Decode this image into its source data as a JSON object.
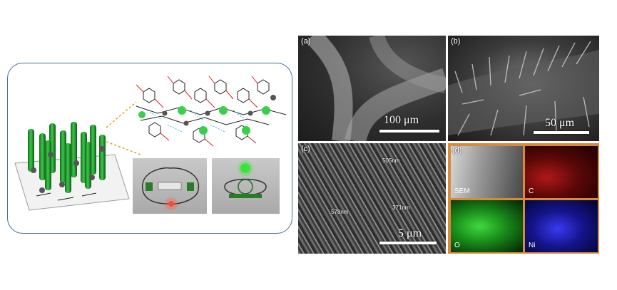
{
  "panels": {
    "a": {
      "label": "(a)",
      "scale": "100 μm"
    },
    "b": {
      "label": "(b)",
      "scale": "50 μm"
    },
    "c": {
      "label": "(c)",
      "scale": "5 μm",
      "measurements": [
        "505nm",
        "578nm",
        "371nm"
      ]
    },
    "d": {
      "label": "(d)",
      "maps": [
        "SEM",
        "C",
        "O",
        "Ni"
      ]
    }
  },
  "colors": {
    "frame": "#4a6f8f",
    "rod_green": "#1e9e2a",
    "leader_line": "#e0a020",
    "panel_d_border": "#d8893a"
  }
}
